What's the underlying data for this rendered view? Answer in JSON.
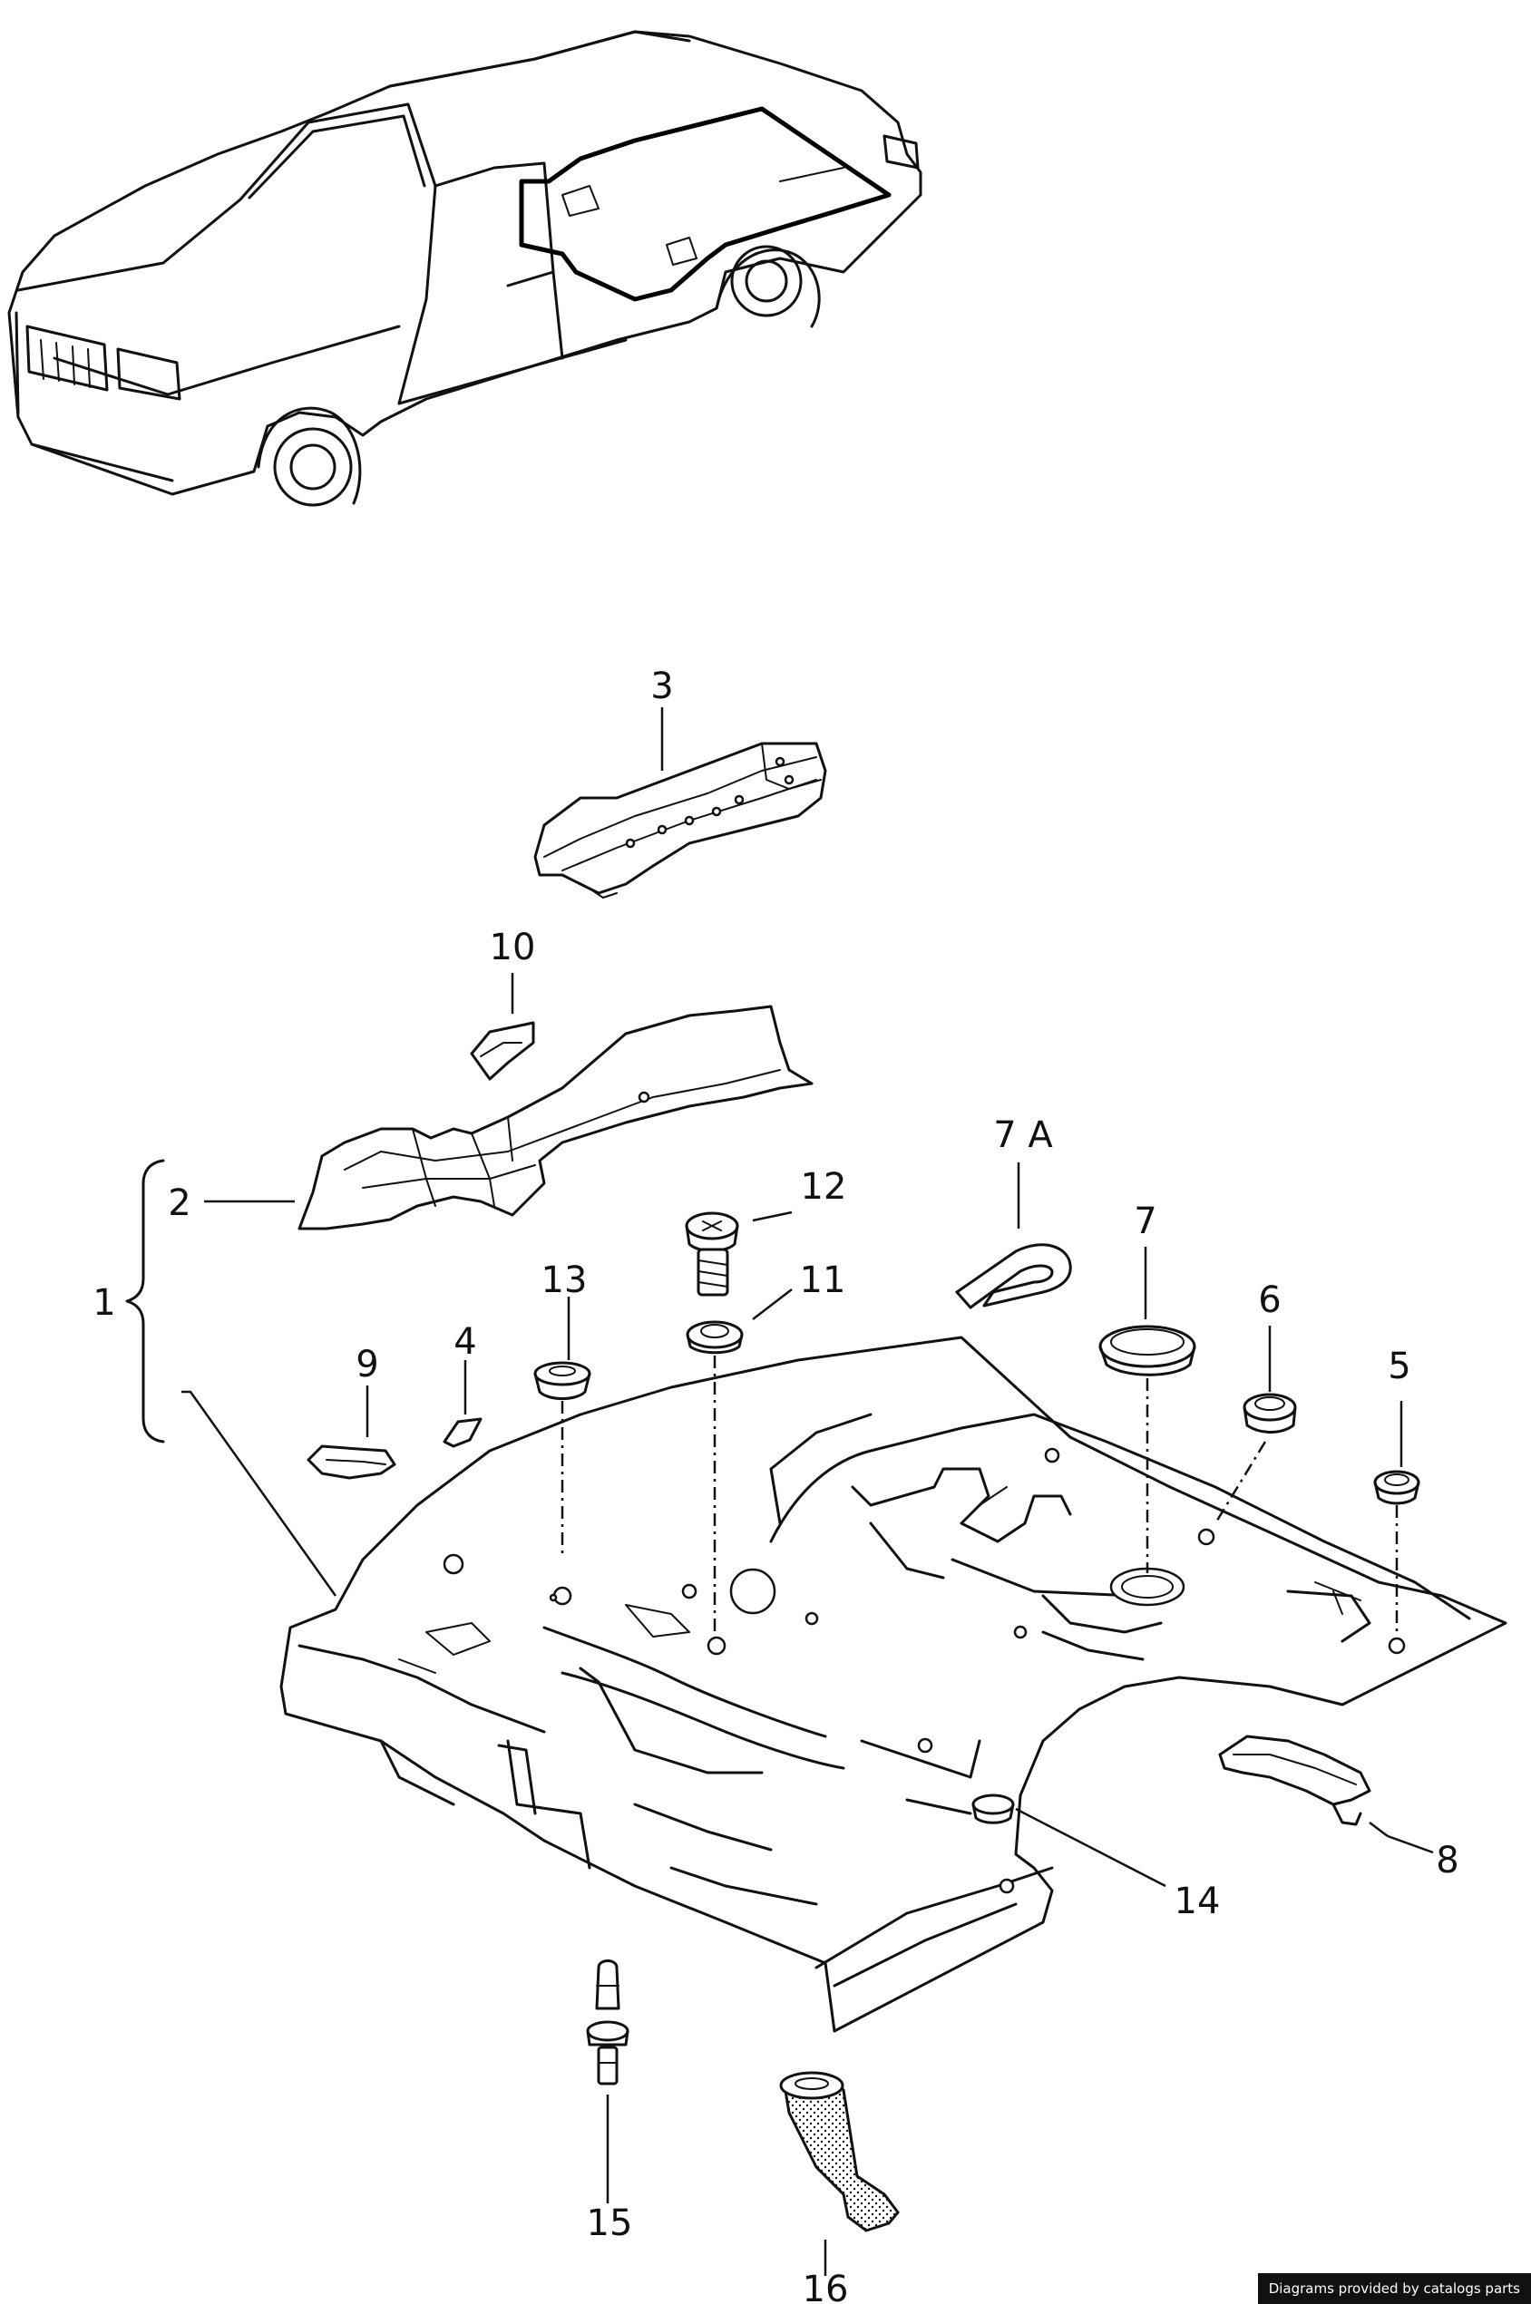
{
  "callouts": {
    "c1": "1",
    "c2": "2",
    "c3": "3",
    "c4": "4",
    "c5": "5",
    "c6": "6",
    "c7": "7",
    "c7a": "7 A",
    "c8": "8",
    "c9": "9",
    "c10": "10",
    "c11": "11",
    "c12": "12",
    "c13": "13",
    "c14": "14",
    "c15": "15",
    "c16": "16"
  },
  "credit": "Diagrams provided by catalogs parts"
}
